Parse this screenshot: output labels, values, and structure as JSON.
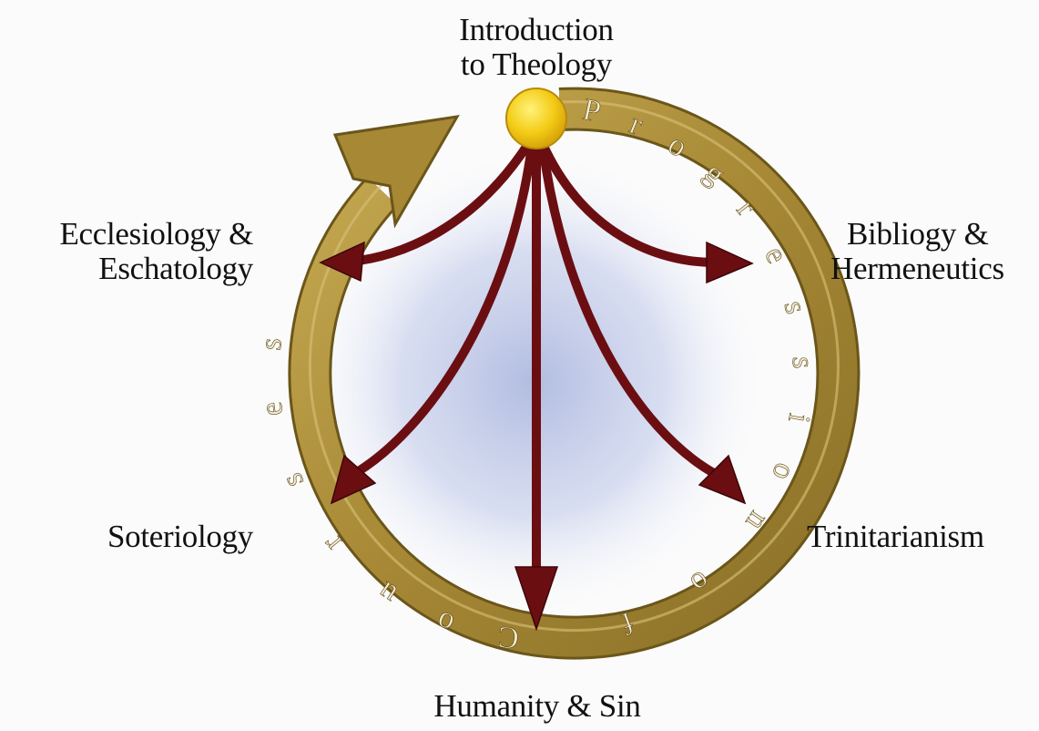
{
  "top_node": {
    "line1": "Introduction",
    "line2": "to Theology"
  },
  "nodes": {
    "ecclesiology": {
      "line1": "Ecclesiology &",
      "line2": "Eschatology"
    },
    "bibliology": {
      "line1": "Bibliogy &",
      "line2": "Hermeneutics"
    },
    "soteriology": {
      "label": "Soteriology"
    },
    "trinitarianism": {
      "label": "Trinitarianism"
    },
    "humanity": {
      "label": "Humanity & Sin"
    }
  },
  "ring_text": [
    "P",
    "r",
    "o",
    "g",
    "r",
    "e",
    "s",
    "s",
    "i",
    "o",
    "n",
    "o",
    "f",
    "C",
    "o",
    "u",
    "r",
    "s",
    "e",
    "s"
  ],
  "colors": {
    "ring_gold": "#a88b3a",
    "ring_dark": "#6e5a1e",
    "arrow": "#6b0e12",
    "sun": "#f2c81a",
    "glow": "#b9c4e4"
  }
}
